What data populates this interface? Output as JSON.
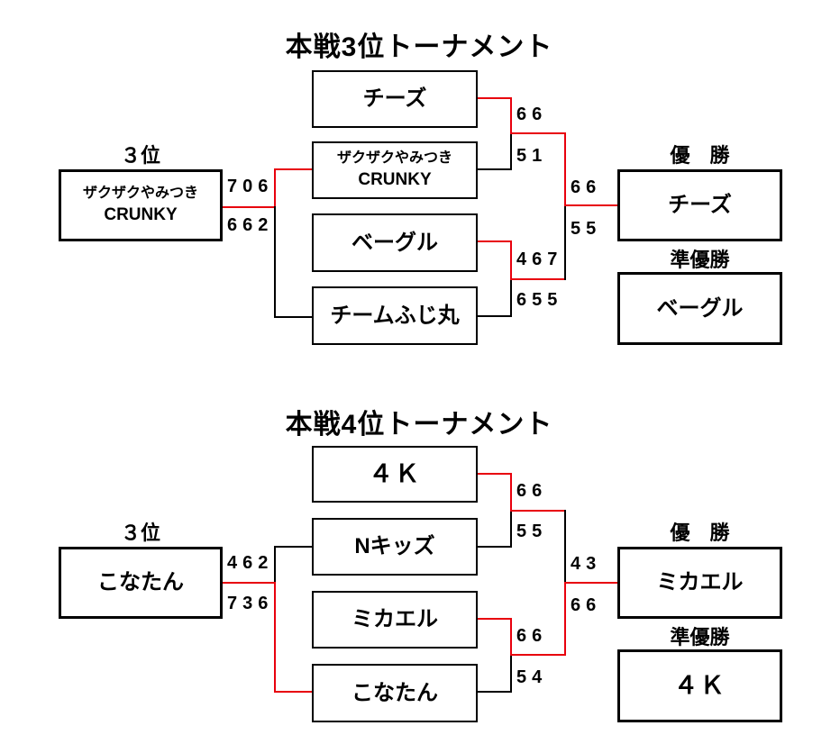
{
  "colors": {
    "winner": "#e8000d",
    "loser": "#000000"
  },
  "tournaments": [
    {
      "title": "本戦3位トーナメント",
      "third_place": {
        "label": "３位",
        "name_line1": "ザクザクやみつき",
        "name_line2": "CRUNKY",
        "score_top": "706",
        "score_bottom": "662"
      },
      "bracket": {
        "team1": "チーズ",
        "team2_line1": "ザクザクやみつき",
        "team2_line2": "CRUNKY",
        "team3": "ベーグル",
        "team4": "チームふじ丸",
        "sf1_score_top": "66",
        "sf1_score_bottom": "51",
        "sf2_score_top": "467",
        "sf2_score_bottom": "655",
        "final_score_top": "66",
        "final_score_bottom": "55"
      },
      "results": {
        "champion_label": "優　勝",
        "champion_name": "チーズ",
        "runner_up_label": "準優勝",
        "runner_up_name": "ベーグル"
      }
    },
    {
      "title": "本戦4位トーナメント",
      "third_place": {
        "label": "３位",
        "name_line1": "こなたん",
        "score_top": "462",
        "score_bottom": "736"
      },
      "bracket": {
        "team1": "４Ｋ",
        "team2": "Nキッズ",
        "team3": "ミカエル",
        "team4": "こなたん",
        "sf1_score_top": "66",
        "sf1_score_bottom": "55",
        "sf2_score_top": "66",
        "sf2_score_bottom": "54",
        "final_score_top": "43",
        "final_score_bottom": "66"
      },
      "results": {
        "champion_label": "優　勝",
        "champion_name": "ミカエル",
        "runner_up_label": "準優勝",
        "runner_up_name": "４Ｋ"
      }
    }
  ]
}
